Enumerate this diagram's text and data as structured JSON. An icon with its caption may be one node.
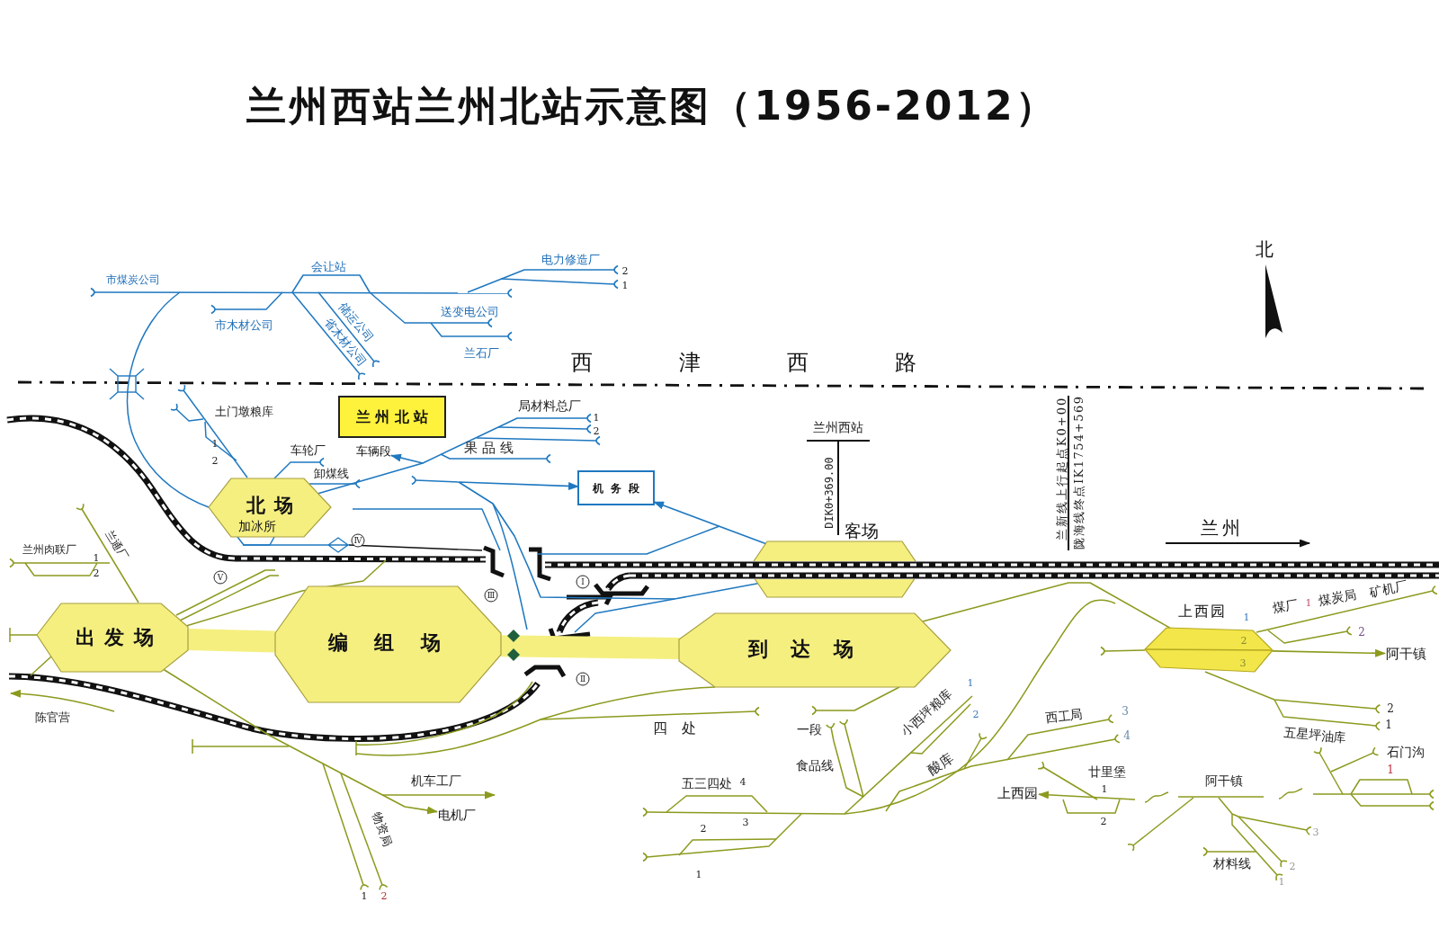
{
  "diagram": {
    "title": "兰州西站兰州北站示意图（1956-2012）",
    "nodes": [
      {
        "text": [
          "兰州北站"
        ]
      },
      {
        "text": [
          "车辆段"
        ]
      },
      {
        "text": [
          "机务段"
        ]
      },
      {
        "text": [
          "北场",
          "加冰所"
        ]
      },
      {
        "text": [
          "客场"
        ]
      },
      {
        "text": [
          "出发场"
        ]
      },
      {
        "text": [
          "编组场"
        ]
      },
      {
        "text": [
          "到达场"
        ]
      },
      {
        "text": [
          "上西园",
          "2",
          "3"
        ],
        "beside": [
          "1"
        ]
      },
      {
        "text": [
          "阿干镇"
        ]
      },
      {
        "text": [
          "上西园"
        ]
      },
      {
        "text": [
          "电机厂"
        ]
      }
    ],
    "edges": [
      {
        "from": 5,
        "to": 6,
        "arrow": "none",
        "style": "thick",
        "color": "#f5ef80"
      },
      {
        "from": 6,
        "to": 7,
        "arrow": "none",
        "style": "thick",
        "color": "#f5ef80"
      },
      {
        "from": 3,
        "to": 1,
        "arrow": "to",
        "color": "#1f78c0"
      },
      {
        "from": 4,
        "to": 2,
        "arrow": "to",
        "color": "#1f78c0"
      },
      {
        "from": 4,
        "to": 2,
        "arrow": "to",
        "color": "#1f78c0"
      },
      {
        "from": 7,
        "to": 8,
        "arrow": "none",
        "color": "#8c9a1e"
      },
      {
        "from": 8,
        "to": 9,
        "arrow": "to",
        "color": "#8c9a1e"
      },
      {
        "from": null,
        "to": 10,
        "arrow": "to",
        "color": "#8c9a1e"
      },
      {
        "from": 5,
        "to": 11,
        "arrow": "to",
        "color": "#8c9a1e"
      }
    ],
    "labels": [
      "会让站",
      "电力修造厂",
      "2",
      "北",
      "市煤炭公司",
      "1",
      "市木材公司",
      "省木材公司",
      "储运公司",
      "送变电公司",
      "兰石厂",
      "西津西路",
      "土门墩粮库",
      "局材料总厂",
      "1",
      "2",
      "兰州西站",
      "1",
      "车轮厂",
      "果品线",
      "2",
      "卸煤线",
      "DIK0+369.00",
      "兰新线上行起点K0+00",
      "陇海线终点IK1754+569",
      "兰州肉联厂",
      "兰通厂",
      "Ⅳ",
      "兰州",
      "1",
      "2",
      "Ⅴ",
      "Ⅰ",
      "Ⅲ",
      "煤厂",
      "1",
      "煤炭局",
      "矿机厂",
      "2",
      "Ⅱ",
      "1",
      "陈官营",
      "四处",
      "一段",
      "小西坪粮库",
      "2",
      "西工局",
      "3",
      "4",
      "五星坪油库",
      "2",
      "1",
      "食品线",
      "酸库",
      "廿里堡",
      "1",
      "石门沟",
      "机车工厂",
      "五三四处",
      "4",
      "1",
      "阿干镇",
      "物资局",
      "2",
      "3",
      "2",
      "3",
      "1",
      "材料线",
      "2",
      "1",
      "1",
      "2"
    ]
  }
}
